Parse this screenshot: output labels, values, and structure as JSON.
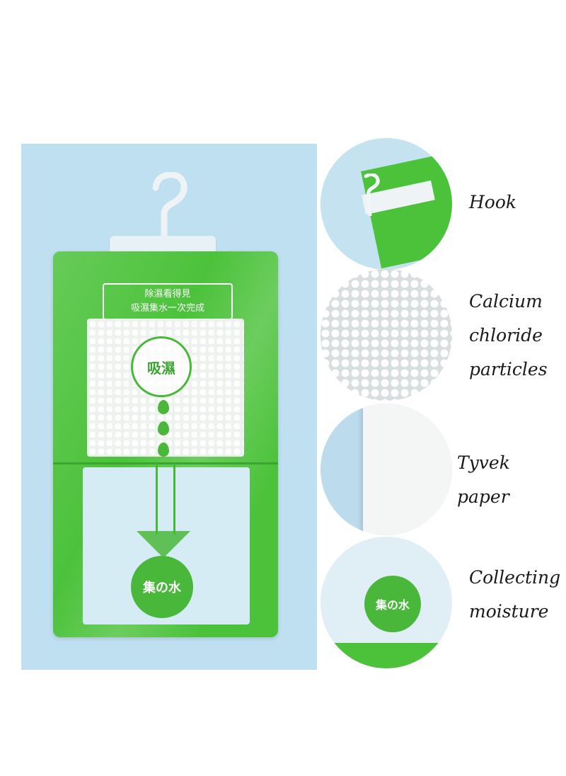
{
  "product": {
    "label_line1": "除濕看得見",
    "label_line2": "吸濕集水一次完成",
    "absorb_badge": "吸濕",
    "collect_badge": "集の水",
    "colors": {
      "panel_bg": "#bfe0f1",
      "bag_green": "#4cc23b"
    }
  },
  "details": [
    {
      "icon": "hook-icon",
      "label": "Hook"
    },
    {
      "icon": "particles-icon",
      "label": "Calcium chloride particles"
    },
    {
      "icon": "tyvek-icon",
      "label": "Tyvek paper"
    },
    {
      "icon": "collect-icon",
      "label": "Collecting moisture",
      "badge": "集の水"
    }
  ]
}
